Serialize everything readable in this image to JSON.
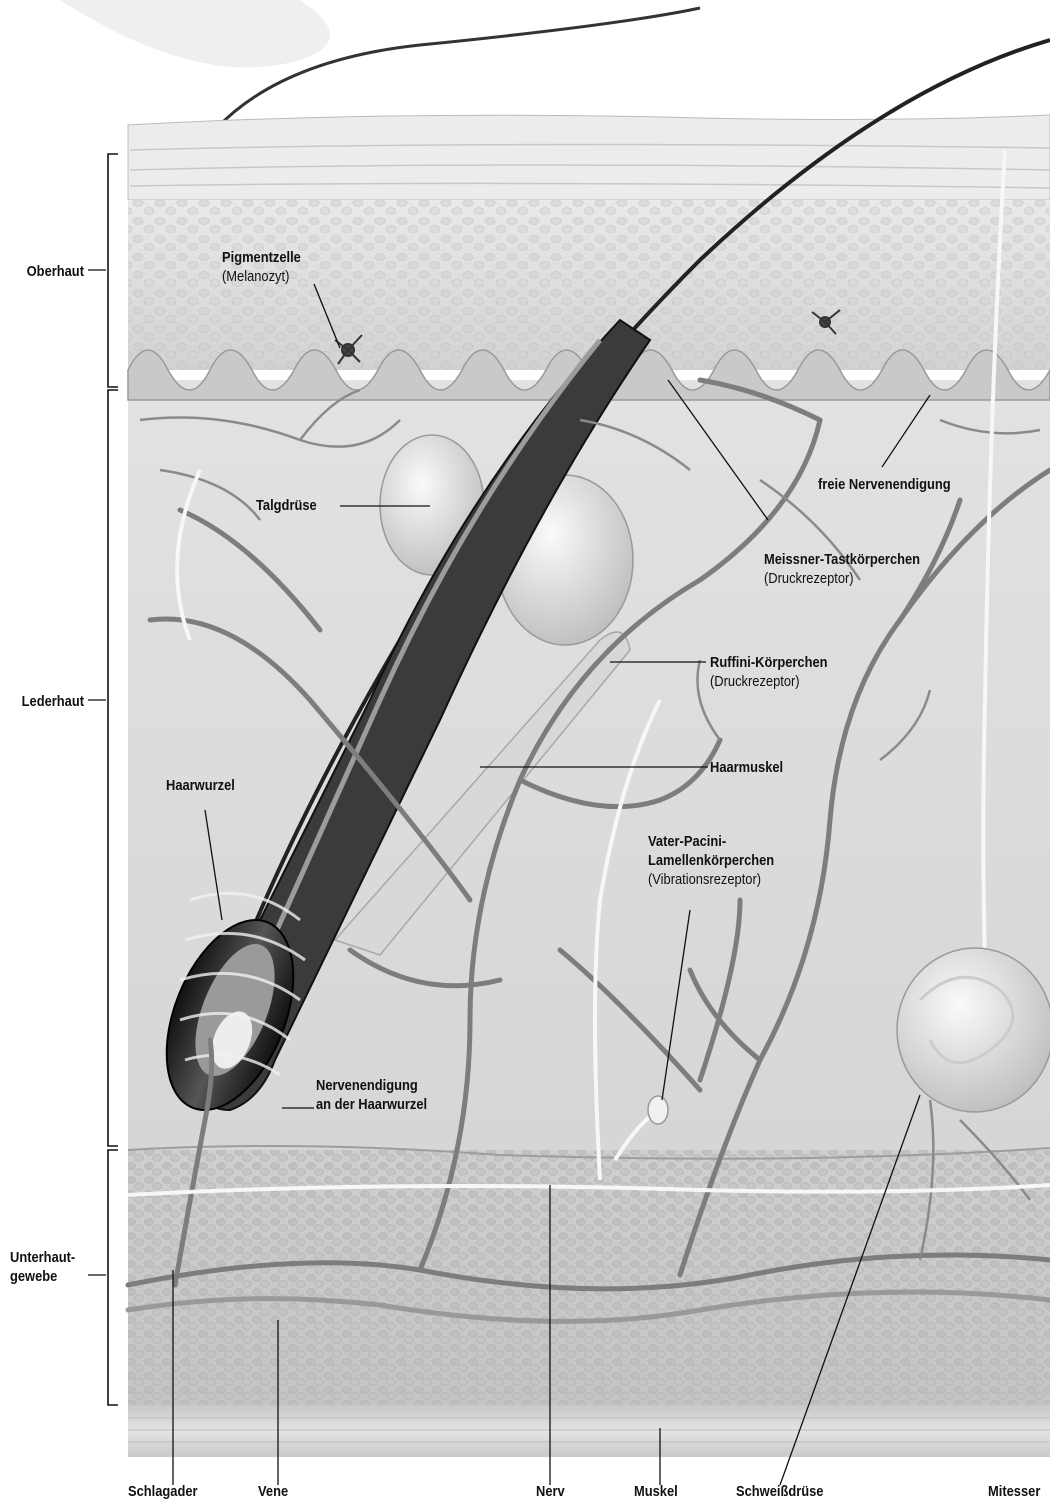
{
  "layers": {
    "epidermis": "Oberhaut",
    "dermis": "Lederhaut",
    "subcutis_line1": "Unterhaut-",
    "subcutis_line2": "gewebe"
  },
  "structures": {
    "pigment_cell": "Pigmentzelle",
    "pigment_cell_sub": "(Melanozyt)",
    "sebaceous_gland": "Talgdrüse",
    "free_nerve_ending": "freie Nervenendigung",
    "meissner": "Meissner-Tastkörperchen",
    "meissner_sub": "(Druckrezeptor)",
    "ruffini": "Ruffini-Körperchen",
    "ruffini_sub": "(Druckrezeptor)",
    "hair_muscle": "Haarmuskel",
    "hair_root": "Haarwurzel",
    "pacini_line1": "Vater-Pacini-",
    "pacini_line2": "Lamellenkörperchen",
    "pacini_sub": "(Vibrationsrezeptor)",
    "hair_root_nerve_line1": "Nervenendigung",
    "hair_root_nerve_line2": "an der Haarwurzel"
  },
  "bottom_labels": {
    "artery": "Schlagader",
    "vein": "Vene",
    "nerve": "Nerv",
    "muscle": "Muskel",
    "sweat_gland": "Schweißdrüse",
    "blackhead": "Mitesser"
  }
}
